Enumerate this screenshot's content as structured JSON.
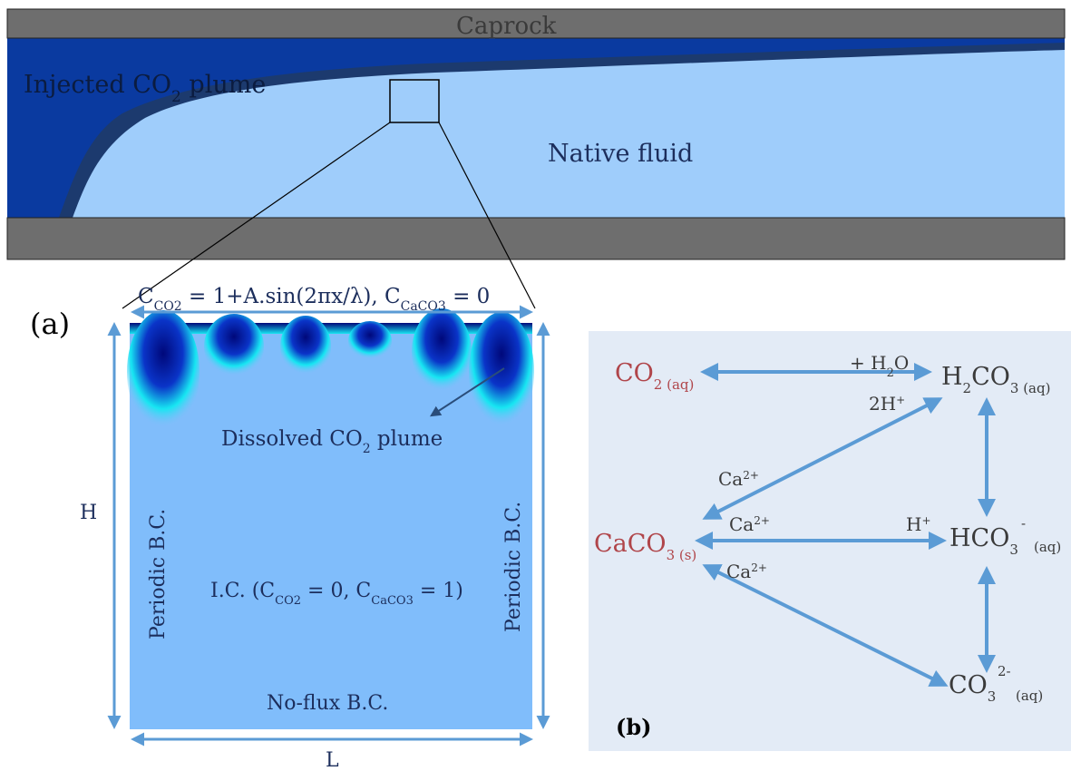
{
  "top_panel": {
    "caprock": "Caprock",
    "plume_label": "Injected CO",
    "plume_sub": "2",
    "plume_suffix": " plume",
    "native_fluid": "Native fluid"
  },
  "panel_a": {
    "label": "(a)",
    "top_bc_c": "C",
    "top_bc_sub1": "CO2",
    "top_bc_mid": " = 1+A.sin(2πx/λ), C",
    "top_bc_sub2": "CaCO3",
    "top_bc_end": " = 0",
    "dissolved_prefix": "Dissolved CO",
    "dissolved_sub": "2",
    "dissolved_suffix": " plume",
    "ic_prefix": "I.C. (C",
    "ic_sub1": "CO2",
    "ic_mid": " = 0, C",
    "ic_sub2": "CaCO3",
    "ic_end": " = 1)",
    "left_bc": "Periodic B.C.",
    "right_bc": "Periodic B.C.",
    "bottom_bc": "No-flux B.C.",
    "height_label": "H",
    "width_label": "L"
  },
  "panel_b": {
    "label": "(b)",
    "co2_main": "CO",
    "co2_sub": "2 (aq)",
    "h2co3_a": "H",
    "h2co3_sub1": "2",
    "h2co3_b": "CO",
    "h2co3_sub2": "3 (aq)",
    "hco3_main": "HCO",
    "hco3_sub": "3",
    "hco3_sup": "-",
    "hco3_phase": "(aq)",
    "caco3_main": "CaCO",
    "caco3_sub": "3 (s)",
    "co3_main": "CO",
    "co3_sub": "3",
    "co3_sup": "2-",
    "co3_phase": "(aq)",
    "water_label": "+ H",
    "water_sub": "2",
    "water_end": "O",
    "twoh": "2H",
    "twoh_sup": "+",
    "ca_upper": "Ca",
    "ca_upper_sup": "2+",
    "ca_middle": "Ca",
    "ca_middle_sup": "2+",
    "ca_lower": "Ca",
    "ca_lower_sup": "2+",
    "hplus": "H",
    "hplus_sup": "+"
  },
  "colors": {
    "caprock": "#6e6e6e",
    "plume_dark": "#0a3aa0",
    "plume_edge": "#1c3a6e",
    "native": "#9fcdfb",
    "domain": "#80bdfb",
    "finger_core": "#00087a",
    "finger_edge": "#17e6f2",
    "arrow": "#5b9bd5",
    "panel_b_bg": "#e3ebf6",
    "species_red": "#b0454a",
    "label_dark": "#1c2e5c"
  }
}
